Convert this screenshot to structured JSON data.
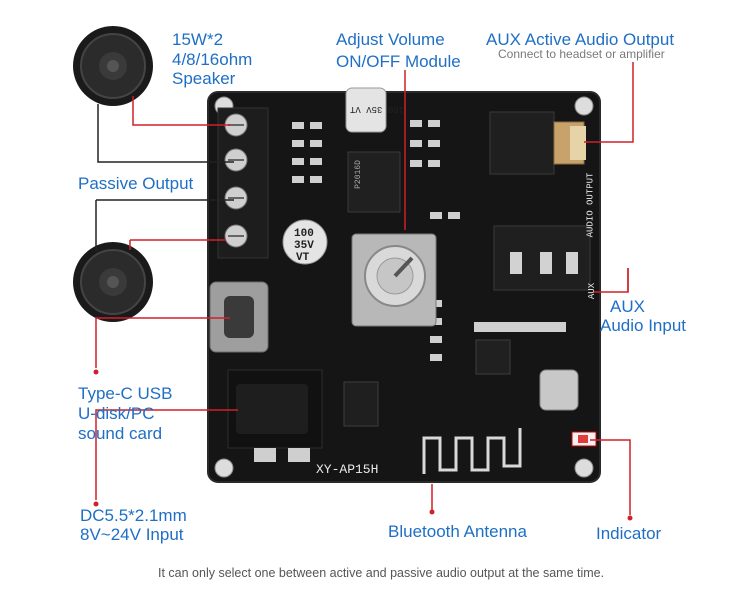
{
  "labels": {
    "speaker_line1": "15W*2",
    "speaker_line2": "4/8/16ohm",
    "speaker_line3": "Speaker",
    "volume_line1": "Adjust Volume",
    "volume_line2": "ON/OFF Module",
    "aux_out_title": "AUX Active Audio Output",
    "aux_out_sub": "Connect to headset or amplifier",
    "passive_output": "Passive Output",
    "aux_in_line1": "AUX",
    "aux_in_line2": "Audio Input",
    "typec_line1": "Type-C USB",
    "typec_line2": "U-disk/PC",
    "typec_line3": "sound card",
    "dc_line1": "DC5.5*2.1mm",
    "dc_line2": "8V~24V Input",
    "bluetooth": "Bluetooth Antenna",
    "indicator": "Indicator"
  },
  "footer_note": "It can only select one between active and passive audio output at the same time.",
  "board_text": {
    "model": "XY-AP15H",
    "cap_top": "100 35V VT",
    "cap_left_1": "100",
    "cap_left_2": "35V",
    "cap_left_3": "VT",
    "audio_output": "AUDIO OUTPUT",
    "aux": "AUX",
    "chip": "P2016D"
  },
  "colors": {
    "label_blue": "#1f6fc5",
    "leader_red": "#d0202a",
    "board_black": "#151515"
  },
  "icons": [
    "speaker-icon",
    "volume-knob-icon",
    "audio-jack-icon",
    "usb-c-port-icon",
    "dc-jack-icon",
    "antenna-icon",
    "led-icon"
  ]
}
